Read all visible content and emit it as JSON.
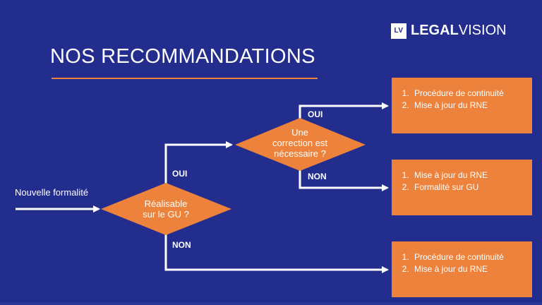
{
  "slide": {
    "title": "NOS RECOMMANDATIONS",
    "accent_color": "#ec823b",
    "background_color": "#222d8e"
  },
  "logo": {
    "badge": "LV",
    "word_bold": "LEGAL",
    "word_regular": "VISION"
  },
  "flow": {
    "start_label": "Nouvelle formalité",
    "decision1": {
      "line1": "Réalisable",
      "line2": "sur le GU ?"
    },
    "decision2": {
      "line1": "Une",
      "line2": "correction est",
      "line3": "nécessaire ?"
    },
    "branch_labels": {
      "d1_yes": "OUI",
      "d1_no": "NON",
      "d2_yes": "OUI",
      "d2_no": "NON"
    },
    "outcomes": [
      {
        "items": [
          "Procédure de continuité",
          "Mise à jour du RNE"
        ]
      },
      {
        "items": [
          "Mise à jour du RNE",
          "Formalité sur GU"
        ]
      },
      {
        "items": [
          "Procédure de continuité",
          "Mise à jour du RNE"
        ]
      }
    ]
  }
}
